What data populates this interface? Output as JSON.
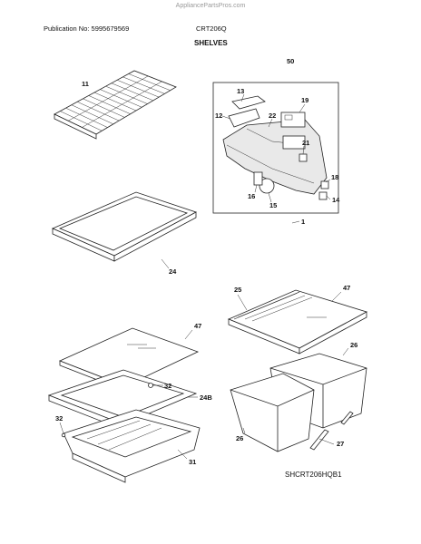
{
  "header": {
    "watermark": "AppliancePartsPros.com",
    "publication": "Publication No: 5995679569",
    "model": "CRT206Q",
    "section_title": "SHELVES"
  },
  "footer": {
    "drawing_code": "SHCRT206HQB1"
  },
  "callouts": {
    "c11": "11",
    "c50": "50",
    "c13": "13",
    "c19": "19",
    "c12": "12",
    "c22": "22",
    "c21": "21",
    "c18": "18",
    "c16": "16",
    "c15": "15",
    "c14": "14",
    "c1": "1",
    "c24": "24",
    "c25": "25",
    "c47a": "47",
    "c26a": "26",
    "c47b": "47",
    "c32a": "32",
    "c24b": "24B",
    "c32b": "32",
    "c31": "31",
    "c26b": "26",
    "c27": "27"
  }
}
